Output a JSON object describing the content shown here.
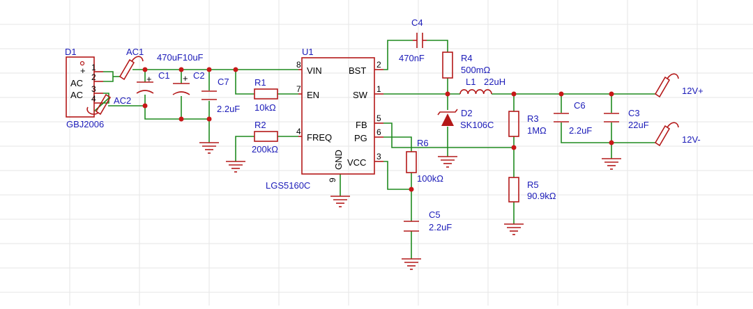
{
  "components": {
    "d1": {
      "ref": "D1",
      "value": "GBJ2006",
      "pin_plus": "+",
      "pin_ac_top": "AC",
      "pin_ac_bottom": "AC",
      "pins": [
        "1",
        "2",
        "3",
        "4"
      ]
    },
    "ac1": {
      "ref": "AC1"
    },
    "ac2": {
      "ref": "AC2"
    },
    "c1": {
      "ref": "C1",
      "value": "470uF10uF"
    },
    "c2": {
      "ref": "C2"
    },
    "c7": {
      "ref": "C7",
      "value": "2.2uF"
    },
    "r1": {
      "ref": "R1",
      "value": "10kΩ"
    },
    "r2": {
      "ref": "R2",
      "value": "200kΩ"
    },
    "u1": {
      "ref": "U1",
      "value": "LGS5160C",
      "pins_left": [
        {
          "num": "8",
          "name": "VIN"
        },
        {
          "num": "7",
          "name": "EN"
        },
        {
          "num": "4",
          "name": "FREQ"
        }
      ],
      "pins_right": [
        {
          "num": "2",
          "name": "BST"
        },
        {
          "num": "1",
          "name": "SW"
        },
        {
          "num": "5",
          "name": "FB"
        },
        {
          "num": "6",
          "name": "PG"
        },
        {
          "num": "3",
          "name": "VCC"
        }
      ],
      "pin_bottom": {
        "num": "9",
        "name": "GND"
      }
    },
    "c4": {
      "ref": "C4",
      "value": "470nF"
    },
    "r4": {
      "ref": "R4",
      "value": "500mΩ"
    },
    "l1": {
      "ref": "L1",
      "value": "22uH"
    },
    "d2": {
      "ref": "D2",
      "value": "SK106C"
    },
    "r6": {
      "ref": "R6",
      "value": "100kΩ"
    },
    "c5": {
      "ref": "C5",
      "value": "2.2uF"
    },
    "r3": {
      "ref": "R3",
      "value": "1MΩ"
    },
    "r5": {
      "ref": "R5",
      "value": "90.9kΩ"
    },
    "c6": {
      "ref": "C6",
      "value": "2.2uF"
    },
    "c3": {
      "ref": "C3",
      "value": "22uF"
    }
  },
  "outputs": {
    "positive": "12V+",
    "negative": "12V-"
  },
  "colors": {
    "wire": "#1f8a1f",
    "component": "#b41818",
    "label": "#1a1ab8",
    "junction": "#c81818",
    "grid": "#e6e6e6"
  }
}
